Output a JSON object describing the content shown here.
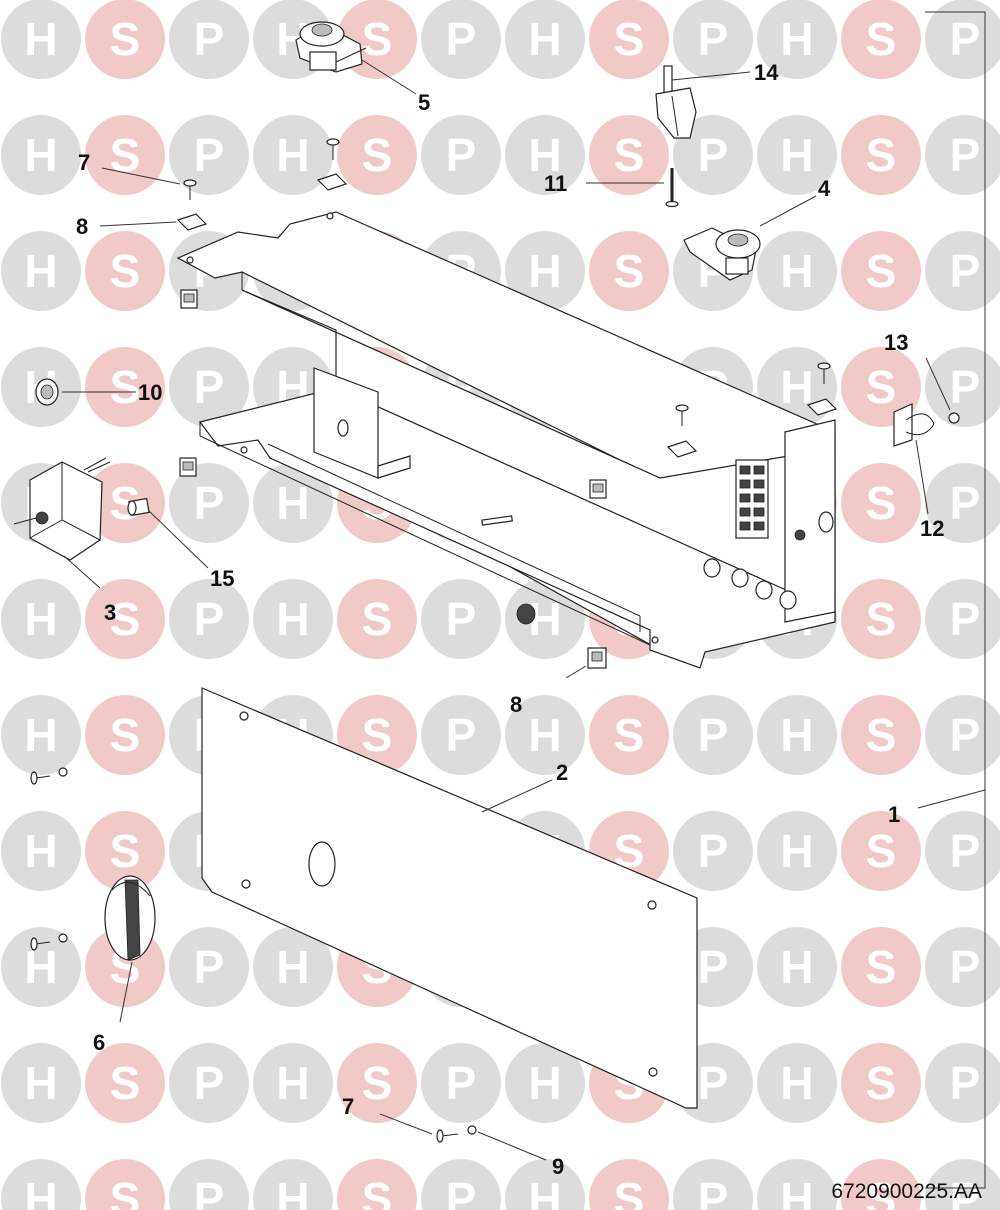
{
  "watermark": {
    "letters": [
      "H",
      "S",
      "P"
    ],
    "circle_color_h_p": "#dcdcdc",
    "circle_color_s": "#f2c9c9",
    "letter_color": "#ffffff"
  },
  "callouts": {
    "c1": "1",
    "c2": "2",
    "c3": "3",
    "c4": "4",
    "c5": "5",
    "c6": "6",
    "c7a": "7",
    "c7b": "7",
    "c8a": "8",
    "c8b": "8",
    "c9": "9",
    "c10": "10",
    "c11": "11",
    "c12": "12",
    "c13": "13",
    "c14": "14",
    "c15": "15"
  },
  "drawing_reference": "6720900225.AA"
}
